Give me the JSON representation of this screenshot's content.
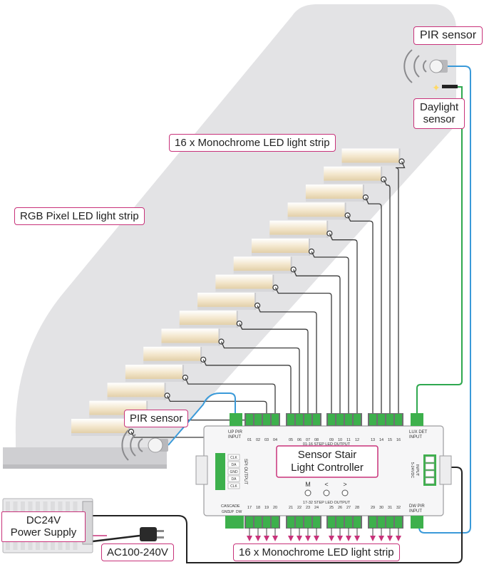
{
  "callouts": {
    "pir_top": "PIR sensor",
    "daylight": "Daylight\nsensor",
    "mono_top": "16 x Monochrome LED light strip",
    "rgb": "RGB Pixel LED light strip",
    "pir_bottom": "PIR sensor",
    "dc24v": "DC24V\nPower Supply",
    "ac": "AC100-240V",
    "mono_bottom": "16 x Monochrome LED light strip"
  },
  "controller": {
    "title_line1": "Sensor Stair",
    "title_line2": "Light Controller",
    "buttons": [
      "M",
      "<",
      ">"
    ],
    "up_pir": "UP PIR\nINPUT",
    "lux_det": "LUX DET\nINPUT",
    "dw_pir": "DW PIR\nINPUT",
    "cascade": "CASCADE",
    "cascade_pins": [
      "GND",
      "UP",
      "DW"
    ],
    "top_output_label": "01-16 STEP LED OUTPUT",
    "bottom_output_label": "17-32 STEP LED OUTPUT",
    "spi_output": "SPI OUTPUT",
    "spi_pins": [
      "CLK",
      "DA",
      "GND",
      "DA",
      "CLK"
    ],
    "input_label": "INPUT\n5-24VDC",
    "top_channels": [
      "01",
      "02",
      "03",
      "04",
      "05",
      "06",
      "07",
      "08",
      "09",
      "10",
      "11",
      "12",
      "13",
      "14",
      "15",
      "16"
    ],
    "bottom_channels": [
      "17",
      "18",
      "19",
      "20",
      "21",
      "22",
      "23",
      "24",
      "25",
      "26",
      "27",
      "28",
      "29",
      "30",
      "31",
      "32"
    ]
  },
  "colors": {
    "accent": "#c8327a",
    "blue_wire": "#3a9ad9",
    "green_wire": "#2fa84f",
    "strip_light": "#efe0c4",
    "stair_gray": "#e1e1e3",
    "connector_green": "#3db04c"
  }
}
